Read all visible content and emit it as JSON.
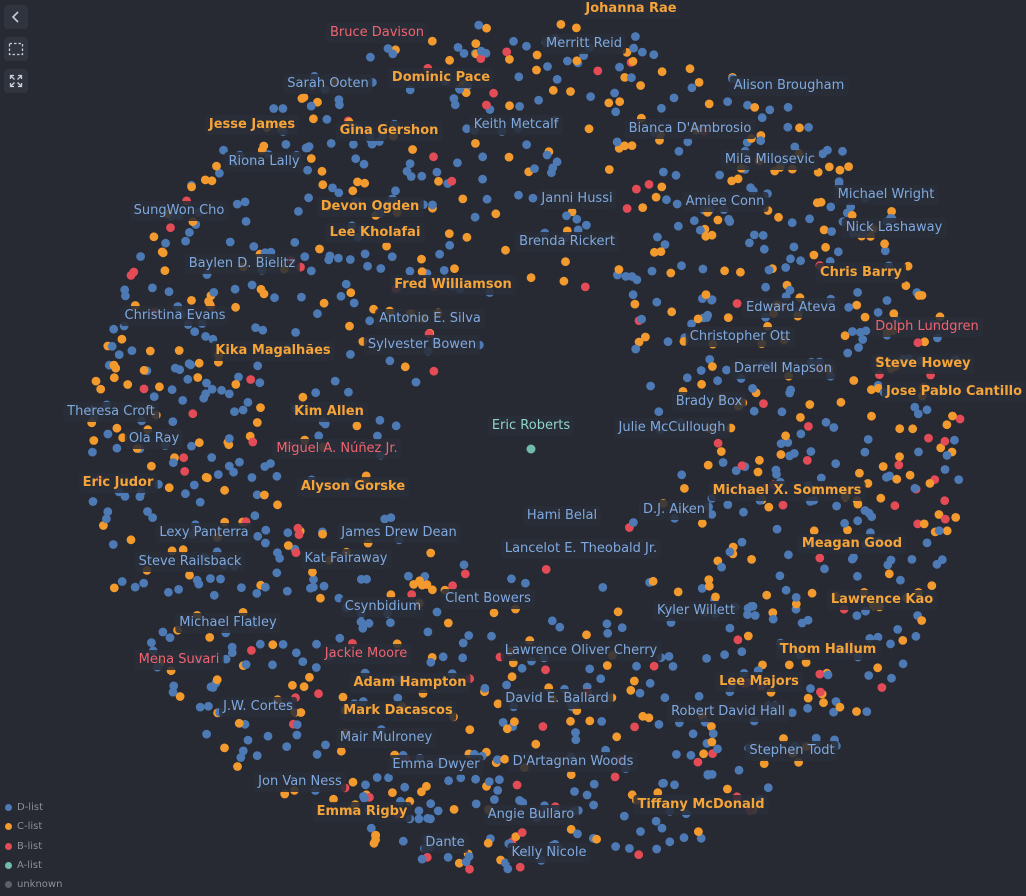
{
  "colors": {
    "D": "#4d7ab4",
    "C": "#f39a2e",
    "B": "#e34b57",
    "A": "#72bba9",
    "unknown": "#5b606b",
    "background": "#272a33"
  },
  "toolbar": [
    {
      "name": "back-button",
      "icon": "chevron-left-icon"
    },
    {
      "name": "select-button",
      "icon": "marquee-select-icon"
    },
    {
      "name": "fit-view-button",
      "icon": "expand-icon"
    }
  ],
  "legend": [
    {
      "label": "D-list",
      "tier": "D"
    },
    {
      "label": "C-list",
      "tier": "C"
    },
    {
      "label": "B-list",
      "tier": "B"
    },
    {
      "label": "A-list",
      "tier": "A"
    },
    {
      "label": "unknown",
      "tier": "unknown"
    }
  ],
  "center": {
    "name": "Eric Roberts",
    "tier": "A"
  },
  "labels": [
    {
      "name": "Johanna Rae",
      "tier": "C"
    },
    {
      "name": "Bruce Davison",
      "tier": "B"
    },
    {
      "name": "Merritt Reid",
      "tier": "D"
    },
    {
      "name": "Dominic Pace",
      "tier": "C"
    },
    {
      "name": "Sarah Ooten",
      "tier": "D"
    },
    {
      "name": "Alison Brougham",
      "tier": "D"
    },
    {
      "name": "Jesse James",
      "tier": "C"
    },
    {
      "name": "Gina Gershon",
      "tier": "C"
    },
    {
      "name": "Keith Metcalf",
      "tier": "D"
    },
    {
      "name": "Bianca D'Ambrosio",
      "tier": "D"
    },
    {
      "name": "Riona Lally",
      "tier": "D"
    },
    {
      "name": "Mila Milosevic",
      "tier": "D"
    },
    {
      "name": "SungWon Cho",
      "tier": "D"
    },
    {
      "name": "Michael Wright",
      "tier": "D"
    },
    {
      "name": "Devon Ogden",
      "tier": "C"
    },
    {
      "name": "Janni Hussi",
      "tier": "D"
    },
    {
      "name": "Amiee Conn",
      "tier": "D"
    },
    {
      "name": "Lee Kholafai",
      "tier": "C"
    },
    {
      "name": "Nick Lashaway",
      "tier": "D"
    },
    {
      "name": "Brenda Rickert",
      "tier": "D"
    },
    {
      "name": "Baylen D. Bielitz",
      "tier": "D"
    },
    {
      "name": "Chris Barry",
      "tier": "C"
    },
    {
      "name": "Fred Williamson",
      "tier": "C"
    },
    {
      "name": "Edward Ateva",
      "tier": "D"
    },
    {
      "name": "Christina Evans",
      "tier": "D"
    },
    {
      "name": "Antonio E. Silva",
      "tier": "D"
    },
    {
      "name": "Dolph Lundgren",
      "tier": "B"
    },
    {
      "name": "Christopher Ott",
      "tier": "D"
    },
    {
      "name": "Sylvester Bowen",
      "tier": "D"
    },
    {
      "name": "Kika Magalhães",
      "tier": "C"
    },
    {
      "name": "Steve Howey",
      "tier": "C"
    },
    {
      "name": "Darrell Mapson",
      "tier": "D"
    },
    {
      "name": "Jose Pablo Cantillo",
      "tier": "C"
    },
    {
      "name": "Brady Box",
      "tier": "D"
    },
    {
      "name": "Theresa Croft",
      "tier": "D"
    },
    {
      "name": "Kim Allen",
      "tier": "C"
    },
    {
      "name": "Julie McCullough",
      "tier": "D"
    },
    {
      "name": "Ola Ray",
      "tier": "D"
    },
    {
      "name": "Miguel A. Núñez Jr.",
      "tier": "B"
    },
    {
      "name": "Eric Judor",
      "tier": "C"
    },
    {
      "name": "Alyson Gorske",
      "tier": "C"
    },
    {
      "name": "Michael X. Sommers",
      "tier": "C"
    },
    {
      "name": "D.J. Aiken",
      "tier": "D"
    },
    {
      "name": "Hami Belal",
      "tier": "D"
    },
    {
      "name": "Lexy Panterra",
      "tier": "D"
    },
    {
      "name": "James Drew Dean",
      "tier": "D"
    },
    {
      "name": "Meagan Good",
      "tier": "C"
    },
    {
      "name": "Lancelot E. Theobald Jr.",
      "tier": "D"
    },
    {
      "name": "Steve Railsback",
      "tier": "D"
    },
    {
      "name": "Kat Fairaway",
      "tier": "D"
    },
    {
      "name": "Clent Bowers",
      "tier": "D"
    },
    {
      "name": "Lawrence Kao",
      "tier": "C"
    },
    {
      "name": "Csynbidium",
      "tier": "D"
    },
    {
      "name": "Kyler Willett",
      "tier": "D"
    },
    {
      "name": "Michael Flatley",
      "tier": "D"
    },
    {
      "name": "Thom Hallum",
      "tier": "C"
    },
    {
      "name": "Lawrence Oliver Cherry",
      "tier": "D"
    },
    {
      "name": "Jackie Moore",
      "tier": "B"
    },
    {
      "name": "Mena Suvari",
      "tier": "B"
    },
    {
      "name": "Adam Hampton",
      "tier": "C"
    },
    {
      "name": "Lee Majors",
      "tier": "C"
    },
    {
      "name": "David E. Ballard",
      "tier": "D"
    },
    {
      "name": "J.W. Cortes",
      "tier": "D"
    },
    {
      "name": "Mark Dacascos",
      "tier": "C"
    },
    {
      "name": "Robert David Hall",
      "tier": "D"
    },
    {
      "name": "Mair Mulroney",
      "tier": "D"
    },
    {
      "name": "Stephen Todt",
      "tier": "D"
    },
    {
      "name": "Emma Dwyer",
      "tier": "D"
    },
    {
      "name": "D'Artagnan Woods",
      "tier": "D"
    },
    {
      "name": "Jon Van Ness",
      "tier": "D"
    },
    {
      "name": "Tiffany McDonald",
      "tier": "C"
    },
    {
      "name": "Emma Rigby",
      "tier": "C"
    },
    {
      "name": "Angie Bullaro",
      "tier": "D"
    },
    {
      "name": "Dante",
      "tier": "D"
    },
    {
      "name": "Kelly Nicole",
      "tier": "D"
    }
  ]
}
